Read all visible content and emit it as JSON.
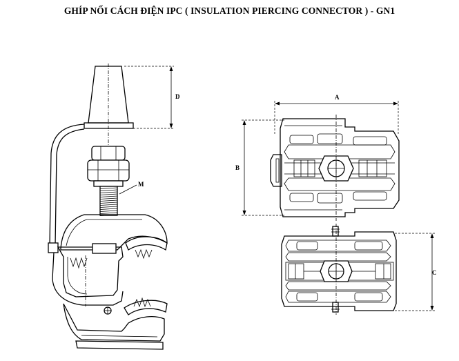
{
  "title": "GHÍP NỐI CÁCH ĐIỆN IPC ( INSULATION PIERCING CONNECTOR ) -  GN1",
  "labels": {
    "d": "D",
    "m": "M",
    "a": "A",
    "b": "B",
    "c": "C"
  }
}
